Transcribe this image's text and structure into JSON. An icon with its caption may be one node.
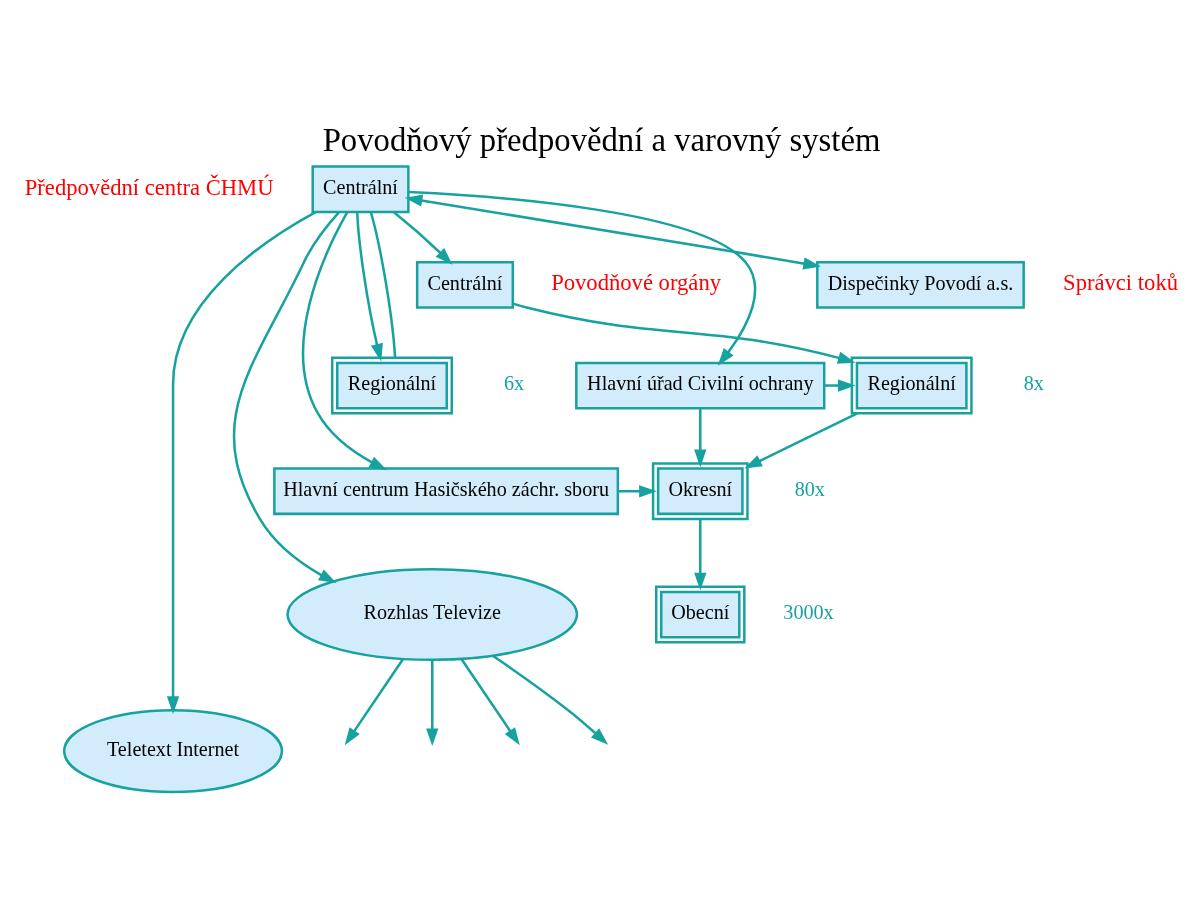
{
  "diagram": {
    "title": "Povodňový předpovědní a varovný systém",
    "nodes": [
      {
        "text": [
          "Centrální"
        ]
      },
      {
        "text": [
          "Regionální"
        ],
        "beside": [
          "6x"
        ]
      },
      {
        "text": [
          "Dispečinky Povodí a.s."
        ]
      },
      {
        "text": [
          "Centrální"
        ]
      },
      {
        "text": [
          "Hlavní úřad Civilní ochrany"
        ]
      },
      {
        "text": [
          "Hlavní centrum Hasičského záchr. sboru"
        ]
      },
      {
        "text": [
          "Regionální"
        ],
        "beside": [
          "8x"
        ]
      },
      {
        "text": [
          "Okresní"
        ],
        "beside": [
          "80x"
        ]
      },
      {
        "text": [
          "Obecní"
        ],
        "beside": [
          "3000x"
        ]
      },
      {
        "text": [
          "Rozhlas Televize"
        ]
      },
      {
        "text": [
          "Teletext Internet"
        ]
      }
    ],
    "edges": [
      {
        "from": 0,
        "to": 2,
        "arrow": "both"
      },
      {
        "from": 0,
        "to": 3,
        "arrow": "to"
      },
      {
        "from": 0,
        "to": 1,
        "arrow": "to"
      },
      {
        "from": 0,
        "to": 4,
        "arrow": "to"
      },
      {
        "from": 0,
        "to": 5,
        "arrow": "to"
      },
      {
        "from": 0,
        "to": 1,
        "arrow": "none"
      },
      {
        "from": 0,
        "to": 9,
        "arrow": "to"
      },
      {
        "from": 0,
        "to": 10,
        "arrow": "to"
      },
      {
        "from": 3,
        "to": 6,
        "arrow": "to"
      },
      {
        "from": 6,
        "to": 7,
        "arrow": "to"
      },
      {
        "from": 7,
        "to": 8,
        "arrow": "to"
      },
      {
        "from": 4,
        "to": 6,
        "arrow": "to"
      },
      {
        "from": 4,
        "to": 7,
        "arrow": "to"
      },
      {
        "from": 5,
        "to": 7,
        "arrow": "to"
      },
      {
        "from": 9,
        "to": null,
        "arrow": "to"
      },
      {
        "from": 9,
        "to": null,
        "arrow": "to"
      },
      {
        "from": 9,
        "to": null,
        "arrow": "to"
      },
      {
        "from": 9,
        "to": null,
        "arrow": "to"
      }
    ],
    "labels": [
      "Předpovědní centra ČHMÚ",
      "Správci toků",
      "Povodňové orgány"
    ]
  }
}
